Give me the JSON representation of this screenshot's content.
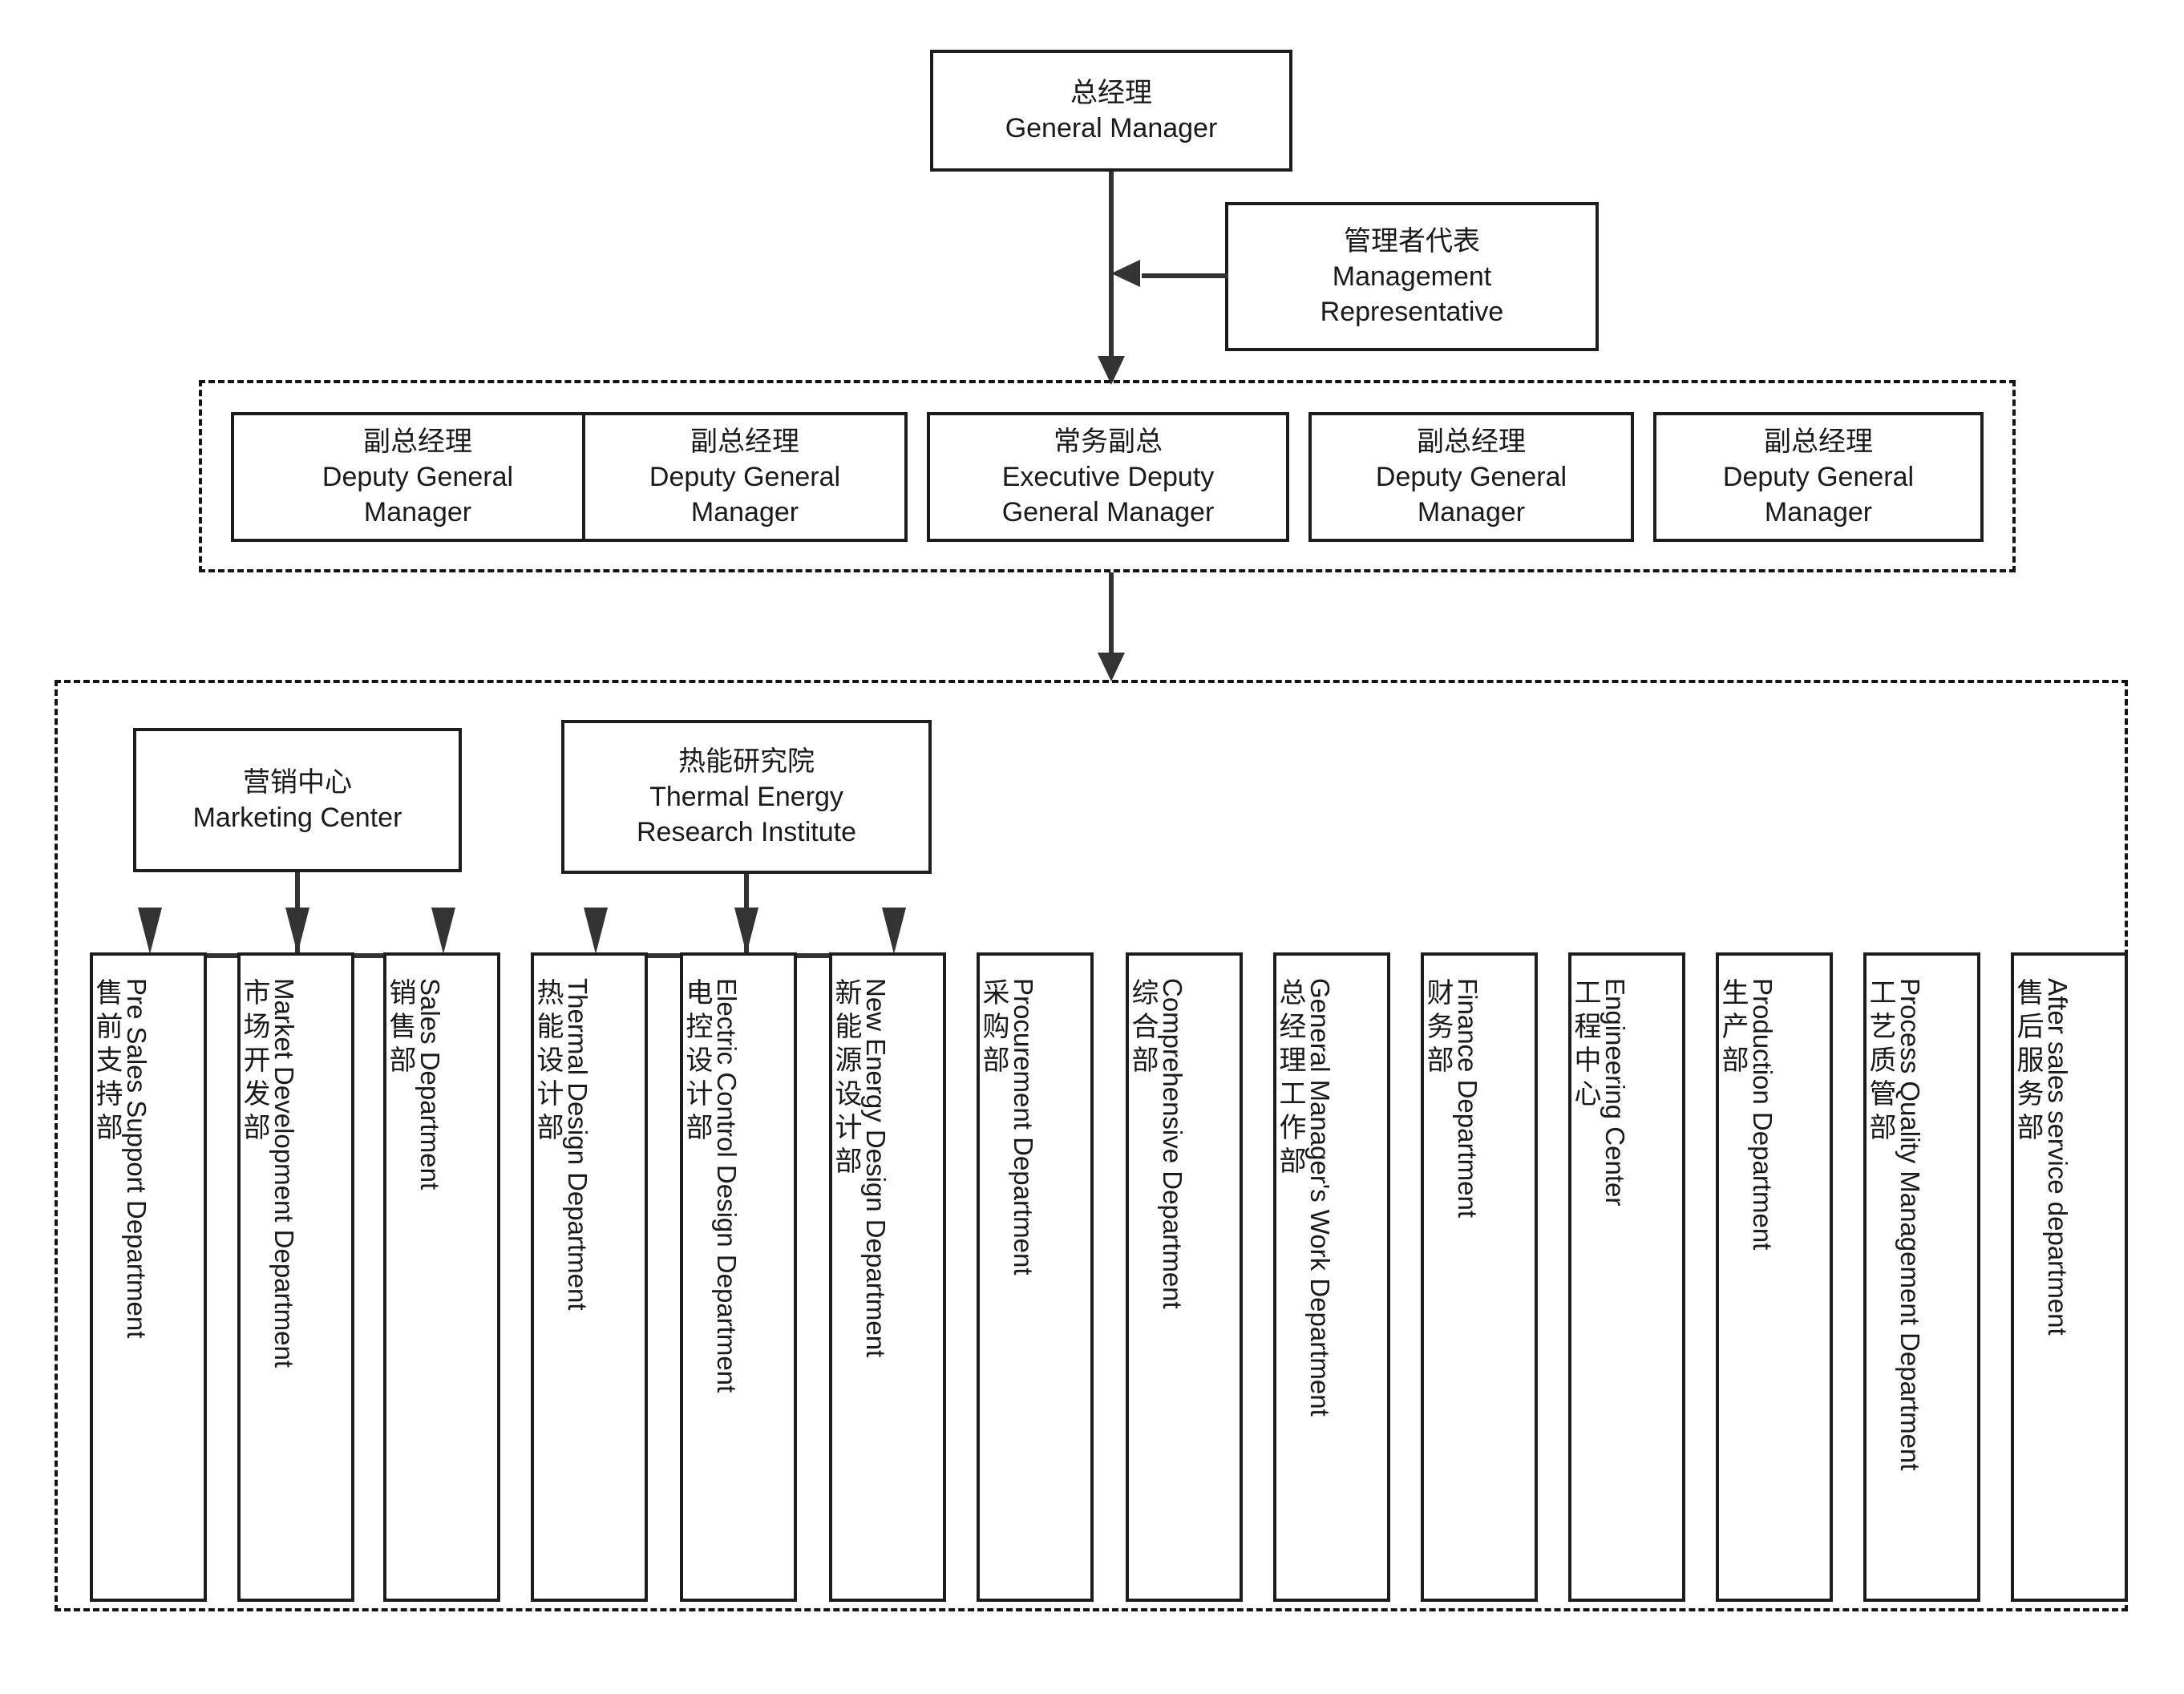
{
  "chart_title": "",
  "top": {
    "general_manager": {
      "zh": "总经理",
      "en": "General Manager"
    },
    "management_representative": {
      "zh": "管理者代表",
      "en1": "Management",
      "en2": "Representative"
    }
  },
  "executive_level": {
    "items": [
      {
        "zh": "副总经理",
        "en1": "Deputy General",
        "en2": "Manager"
      },
      {
        "zh": "副总经理",
        "en1": "Deputy General",
        "en2": "Manager"
      },
      {
        "zh": "常务副总",
        "en1": "Executive Deputy",
        "en2": "General Manager"
      },
      {
        "zh": "副总经理",
        "en1": "Deputy General",
        "en2": "Manager"
      },
      {
        "zh": "副总经理",
        "en1": "Deputy General",
        "en2": "Manager"
      }
    ]
  },
  "centers": [
    {
      "zh": "营销中心",
      "en1": "Marketing Center",
      "en2": ""
    },
    {
      "zh": "热能研究院",
      "en1": "Thermal Energy",
      "en2": "Research Institute"
    }
  ],
  "departments": [
    {
      "zh": "售前支持部",
      "en": "Pre Sales Support Department"
    },
    {
      "zh": "市场开发部",
      "en": "Market Development Department"
    },
    {
      "zh": "销售部",
      "en": "Sales Department"
    },
    {
      "zh": "热能设计部",
      "en": "Thermal Design Department"
    },
    {
      "zh": "电控设计部",
      "en": "Electric Control Design Department"
    },
    {
      "zh": "新能源设计部",
      "en": "New Energy Design Department"
    },
    {
      "zh": "采购部",
      "en": "Procurement Department"
    },
    {
      "zh": "综合部",
      "en": "Comprehensive Department"
    },
    {
      "zh": "总经理工作部",
      "en": "General Manager's Work Department"
    },
    {
      "zh": "财务部",
      "en": "Finance Department"
    },
    {
      "zh": "工程中心",
      "en": "Engineering Center"
    },
    {
      "zh": "生产部",
      "en": "Production Department"
    },
    {
      "zh": "工艺质管部",
      "en": "Process Quality Management Department"
    },
    {
      "zh": "售后服务部",
      "en": "After sales service department"
    }
  ],
  "colors": {
    "box_border": "#1d1d1d",
    "connector": "#333333",
    "dashed_border": "#141414",
    "background": "#ffffff",
    "text": "#1a1a1a"
  }
}
